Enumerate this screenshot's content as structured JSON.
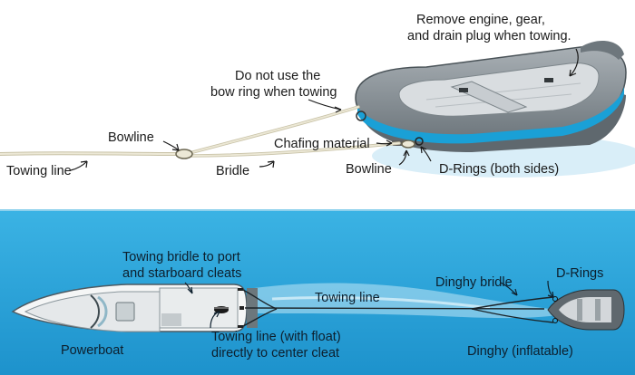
{
  "top_panel": {
    "labels": {
      "remove_line1": "Remove engine, gear,",
      "remove_line2": "and drain plug when towing.",
      "bow_ring_line1": "Do not use the",
      "bow_ring_line2": "bow ring when towing",
      "bowline_left": "Bowline",
      "towing_line": "Towing line",
      "bridle": "Bridle",
      "chafing": "Chafing material",
      "bowline_right": "Bowline",
      "d_rings": "D-Rings (both sides)"
    }
  },
  "bottom_panel": {
    "labels": {
      "towing_bridle_line1": "Towing bridle to port",
      "towing_bridle_line2": "and starboard cleats",
      "towing_line": "Towing line",
      "dinghy_bridle": "Dinghy bridle",
      "d_rings": "D-Rings",
      "powerboat": "Powerboat",
      "float_line1": "Towing line (with float)",
      "float_line2": "directly to center cleat",
      "dinghy": "Dinghy (inflatable)"
    }
  },
  "colors": {
    "water": "#2aa3d8",
    "tube_gray": "#8a9399",
    "tube_band": "#1aa0d6",
    "rope": "#d8d2b8"
  }
}
